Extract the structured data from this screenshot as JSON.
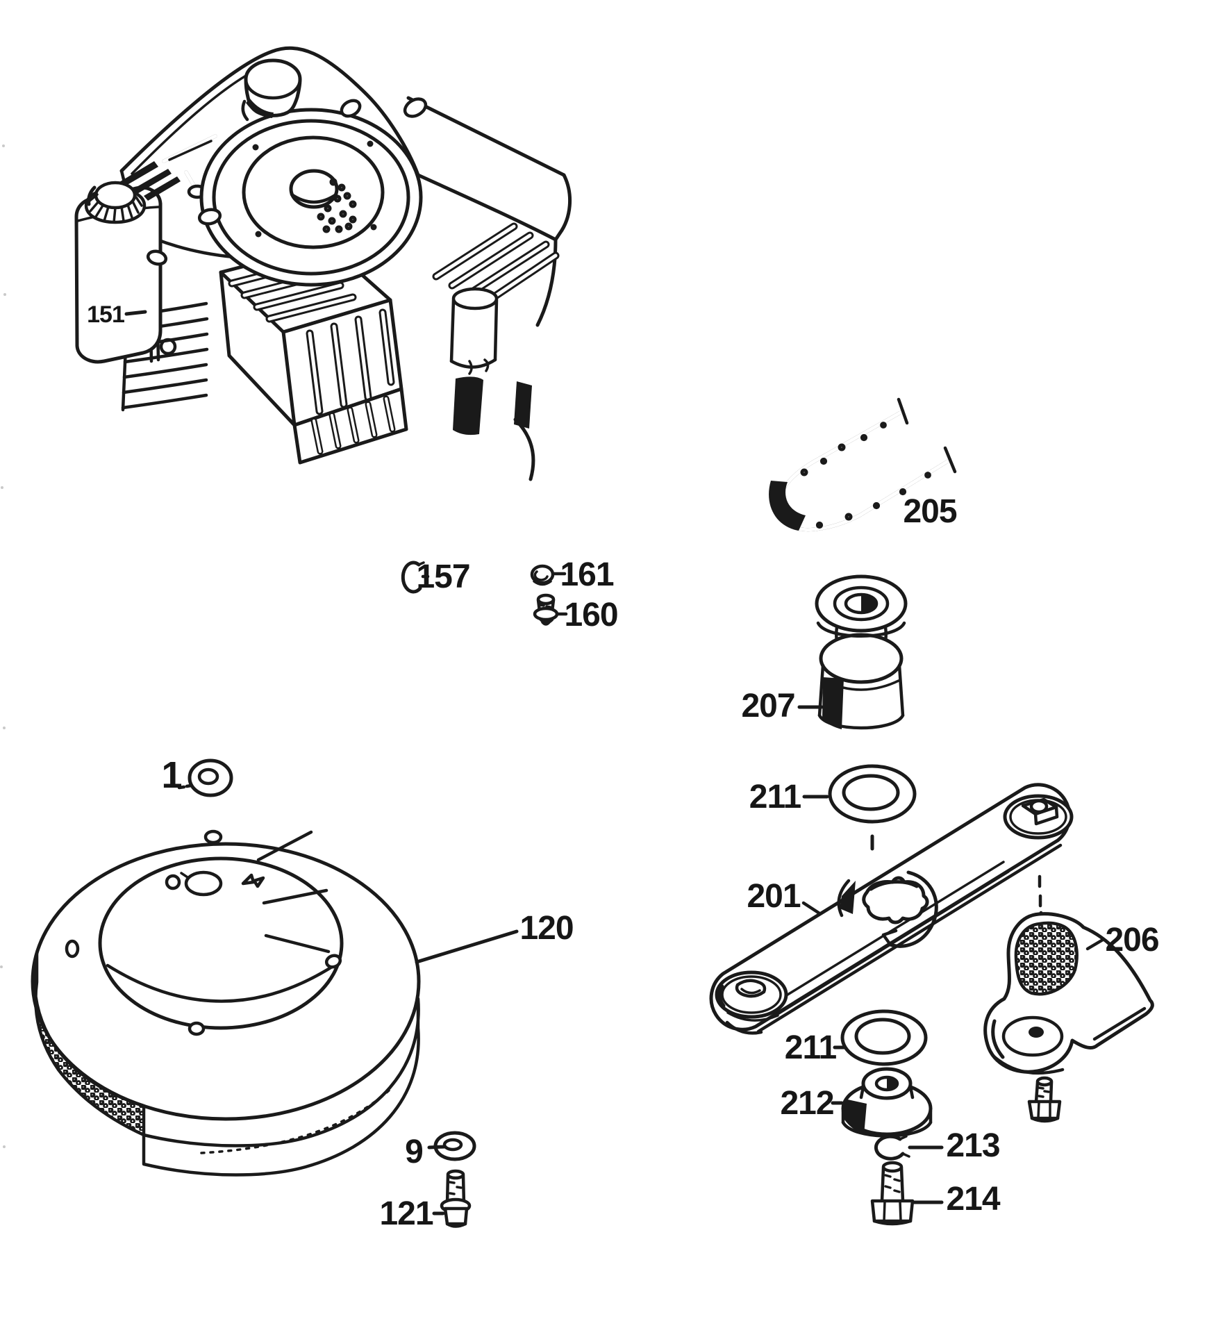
{
  "figure": {
    "kind": "exploded-parts-diagram",
    "subject": "engine, blade and air cleaner assembly",
    "paper_color": "#ffffff",
    "ink_color": "#1a1a1a"
  },
  "labels": {
    "engine": "151",
    "retainer_clip": "157",
    "nut": "161",
    "screw": "160",
    "belt": "205",
    "blade_adapter": "207",
    "washer_upper": "211",
    "blade": "201",
    "blade_tip": "206",
    "washer_lower": "211",
    "hub_washer": "212",
    "lock_washer": "213",
    "blade_bolt": "214",
    "flat_washer": "1",
    "air_cleaner": "120",
    "small_washer": "9",
    "air_cleaner_bolt": "121"
  }
}
